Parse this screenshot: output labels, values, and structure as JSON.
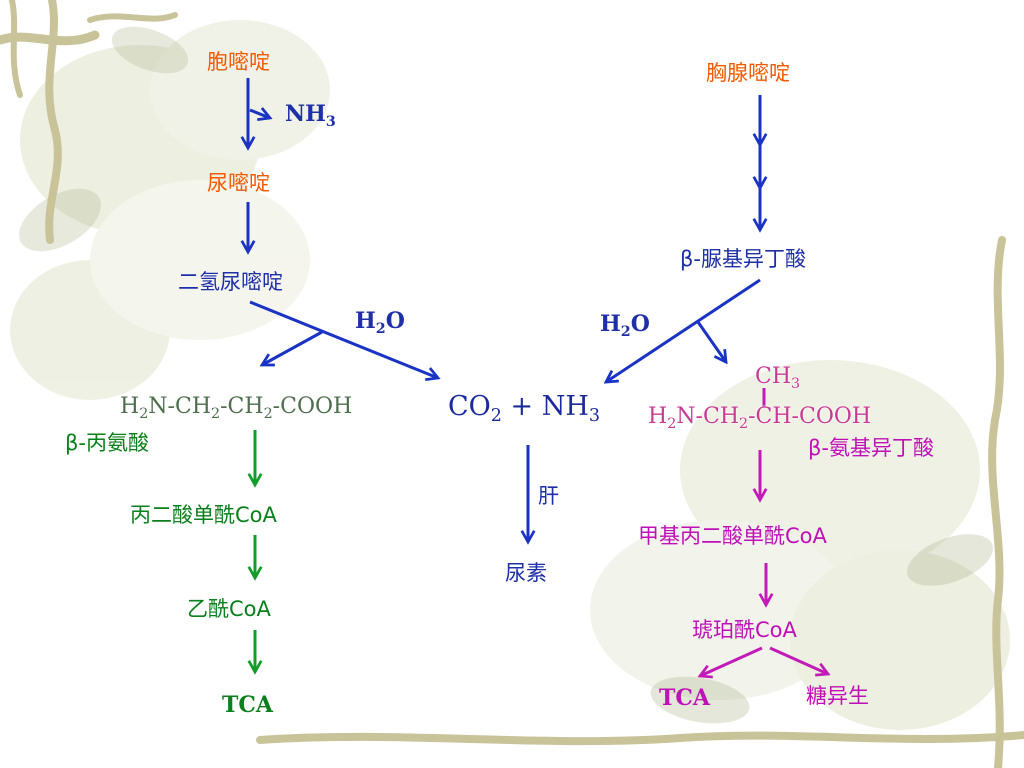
{
  "colors": {
    "orange": "#f05a00",
    "blue": "#1f2fa8",
    "green": "#0b7f1b",
    "magenta": "#c010b8",
    "arrow_blue": "#1a33c4",
    "arrow_green": "#129d2a",
    "arrow_magenta": "#c21bb8"
  },
  "left_pathway": {
    "cytosine": "胞嘧啶",
    "nh3_label": "NH",
    "nh3_sub": "3",
    "uracil": "尿嘧啶",
    "dihydrouracil": "二氢尿嘧啶",
    "water_label": "H",
    "water_sub": "2",
    "water_o": "O",
    "beta_alanine_formula": {
      "p1": "H",
      "s1": "2",
      "p2": "N-CH",
      "s2": "2",
      "p3": "-CH",
      "s3": "2",
      "p4": "-COOH"
    },
    "beta_alanine": "β-丙氨酸",
    "malonyl_coa": "丙二酸单酰CoA",
    "acetyl_coa": "乙酰CoA",
    "tca": "TCA"
  },
  "center": {
    "co2": "CO",
    "co2_sub": "2",
    "plus_nh3": " + NH",
    "nh3_sub": "3",
    "liver": "肝",
    "urea": "尿素"
  },
  "right_pathway": {
    "thymine": "胸腺嘧啶",
    "beta_ureidoisobutyrate": "β-脲基异丁酸",
    "water_label": "H",
    "water_sub": "2",
    "water_o": "O",
    "ch3_label": "CH",
    "ch3_sub": "3",
    "beta_aminoisobutyrate_formula": {
      "p1": "H",
      "s1": "2",
      "p2": "N-CH",
      "s2": "2",
      "p3": "-CH-COOH"
    },
    "beta_aminoisobutyrate": "β-氨基异丁酸",
    "methylmalonyl_coa": "甲基丙二酸单酰CoA",
    "succinyl_coa": "琥珀酰CoA",
    "tca": "TCA",
    "gluconeogenesis": "糖异生"
  }
}
